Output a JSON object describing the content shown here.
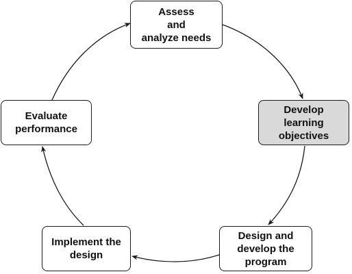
{
  "diagram": {
    "type": "cycle",
    "direction": "clockwise",
    "line_color": "#1a1a1a",
    "highlight_color": "#d9d9d9",
    "nodes": [
      {
        "id": "assess",
        "label": "Assess\nand\nanalyze needs",
        "highlighted": false
      },
      {
        "id": "develop",
        "label": "Develop\nlearning\nobjectives",
        "highlighted": true
      },
      {
        "id": "design",
        "label": "Design and\ndevelop the\nprogram",
        "highlighted": false
      },
      {
        "id": "implement",
        "label": "Implement the\ndesign",
        "highlighted": false
      },
      {
        "id": "evaluate",
        "label": "Evaluate\nperformance",
        "highlighted": false
      }
    ],
    "edges": [
      {
        "from": "assess",
        "to": "develop"
      },
      {
        "from": "develop",
        "to": "design"
      },
      {
        "from": "design",
        "to": "implement"
      },
      {
        "from": "implement",
        "to": "evaluate"
      },
      {
        "from": "evaluate",
        "to": "assess"
      }
    ]
  }
}
